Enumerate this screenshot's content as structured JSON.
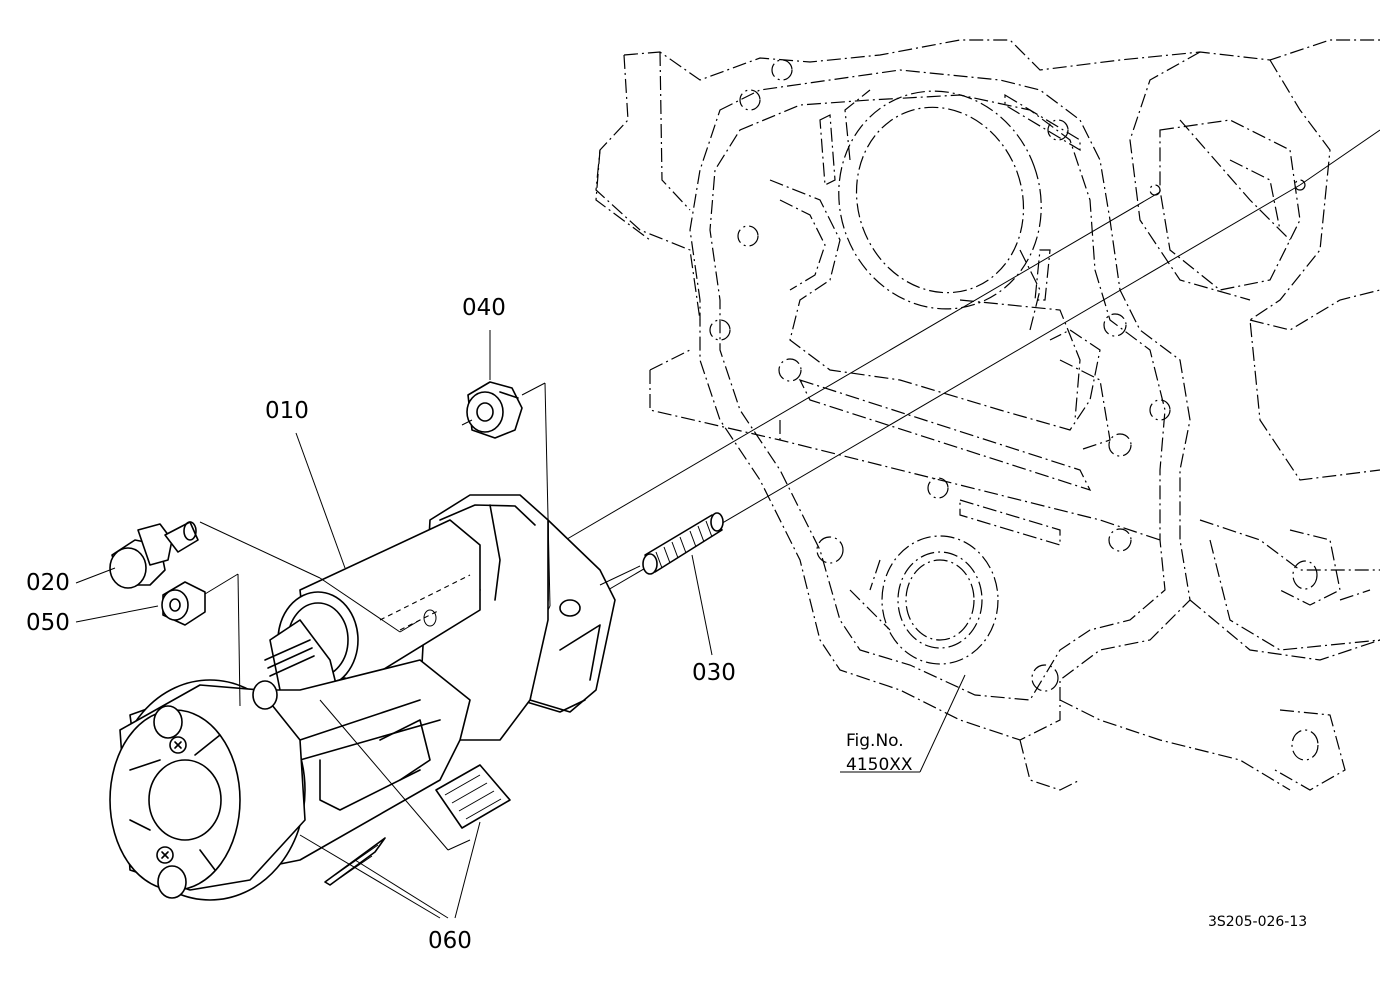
{
  "callouts": {
    "starter": "010",
    "cap": "020",
    "stud": "030",
    "nut": "040",
    "washer_nut": "050",
    "label": "060"
  },
  "reference": {
    "line1": "Fig.No.",
    "line2": "4150XX"
  },
  "drawing_code": "3S205-026-13"
}
